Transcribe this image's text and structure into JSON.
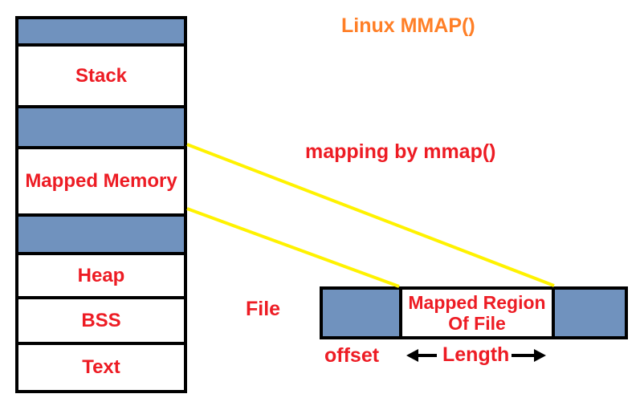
{
  "title": "Linux MMAP()",
  "labels": {
    "mapping": "mapping by mmap()"
  },
  "memory_column": {
    "segments": [
      {
        "type": "blue",
        "label": ""
      },
      {
        "type": "white",
        "label": "Stack"
      },
      {
        "type": "blue",
        "label": ""
      },
      {
        "type": "white",
        "label": "Mapped Memory"
      },
      {
        "type": "blue",
        "label": ""
      },
      {
        "type": "white",
        "label": "Heap"
      },
      {
        "type": "white",
        "label": "BSS"
      },
      {
        "type": "white",
        "label": "Text"
      }
    ]
  },
  "file_bar": {
    "label": "File",
    "mapped_region_line1": "Mapped Region",
    "mapped_region_line2": "Of File",
    "offset_label": "offset",
    "length_label": "Length"
  },
  "colors": {
    "segment_blue": "#7092BE",
    "text_red": "#ED1C24",
    "title_orange": "#FF7F27",
    "connector_yellow": "#FFF200",
    "outline_black": "#000000"
  }
}
